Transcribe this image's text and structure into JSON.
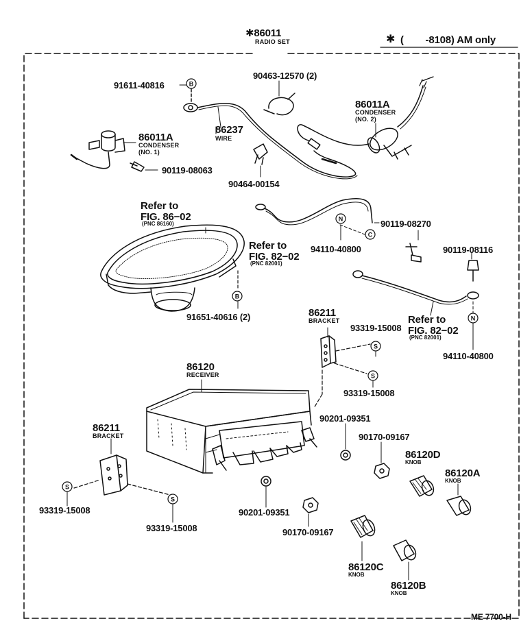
{
  "header": {
    "main_part": "✱86011",
    "main_name": "RADIO SET",
    "note_symbol": "✱",
    "note_text": "(        -8108) AM only"
  },
  "footer": {
    "code": "ME 7700-H"
  },
  "parts": {
    "p91611": "91611-40816",
    "p90463": "90463-12570 (2)",
    "p86011a_2": "86011A",
    "condenser_2": "CONDENSER",
    "no2": "(NO. 2)",
    "p86011a_1": "86011A",
    "condenser_1": "CONDENSER",
    "no1": "(NO. 1)",
    "p86237": "86237",
    "wire": "WIRE",
    "p90119_08063": "90119-08063",
    "p90464": "90464-00154",
    "refer_1a": "Refer to",
    "refer_1b": "FIG. 86−02",
    "refer_1c": "(PNC 86160)",
    "refer_2a": "Refer to",
    "refer_2b": "FIG. 82−02",
    "refer_2c": "(PNC 82001)",
    "p90119_08270": "90119-08270",
    "p94110_a": "94110-40800",
    "p90119_08116": "90119-08116",
    "p91651": "91651-40616 (2)",
    "p86211_r": "86211",
    "bracket_r": "BRACKET",
    "p93319_r1": "93319-15008",
    "refer_3a": "Refer to",
    "refer_3b": "FIG. 82−02",
    "refer_3c": "(PNC 82001)",
    "p94110_b": "94110-40800",
    "p93319_r2": "93319-15008",
    "p86120": "86120",
    "receiver": "RECEIVER",
    "p90201_r": "90201-09351",
    "p90170_r": "90170-09167",
    "p86120d": "86120D",
    "knob_d": "KNOB",
    "p86120a": "86120A",
    "knob_a": "KNOB",
    "p86211_l": "86211",
    "bracket_l": "BRACKET",
    "p93319_l1": "93319-15008",
    "p93319_l2": "93319-15008",
    "p90201_l": "90201-09351",
    "p90170_l": "90170-09167",
    "p86120c": "86120C",
    "knob_c": "KNOB",
    "p86120b": "86120B",
    "knob_b": "KNOB"
  },
  "markers": {
    "B": "B",
    "N": "N",
    "C": "C",
    "S": "S"
  }
}
